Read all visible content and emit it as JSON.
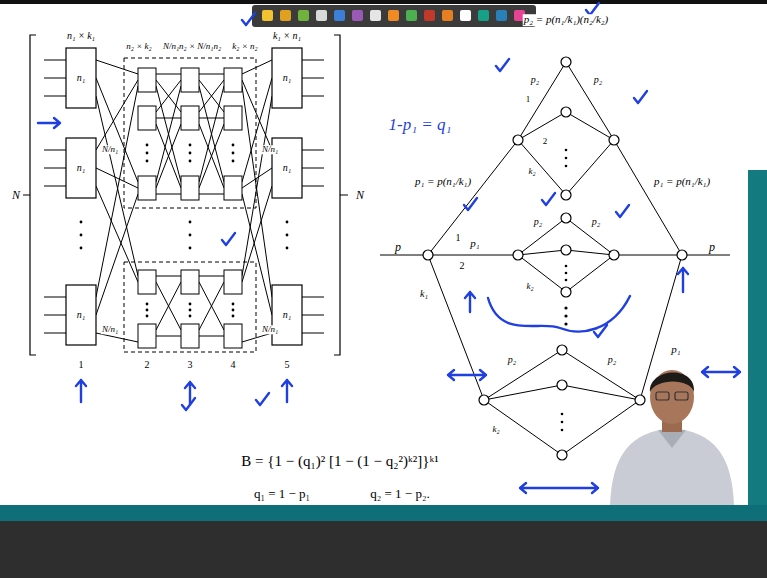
{
  "diagram": {
    "labels": [
      "n₁ × k₁",
      "n₂ × k₂",
      "N/n₁n₂ × N/n₁n₂",
      "k₂ × n₂",
      "k₁ × n₁",
      "N",
      "N",
      "n₁",
      "n₁",
      "n₁",
      "n₁",
      "n₁",
      "n₁",
      "N/n₁",
      "N/n₁",
      "N/n₁",
      "N/n₁",
      "1",
      "2",
      "3",
      "4",
      "5",
      "p₂ = p(n₁/k₁)(n₂/k₂)",
      "p₁ = p(n₁/k₁)",
      "p₁ = p(n₁/k₁)",
      "p",
      "p",
      "1",
      "2",
      "k₁",
      "1",
      "2",
      "k₂",
      "k₂",
      "k₂",
      "p₂",
      "p₂",
      "p₂",
      "p₂",
      "p₂",
      "p₂",
      "p₁",
      "p₁",
      "B = {1 − (q₁)² [1 − (1 − q₂²)ᵏ²]}ᵏ¹",
      "q₁ = 1 − p₁",
      "q₂ = 1 − p₂.",
      "1-p₁ = q₁"
    ]
  }
}
